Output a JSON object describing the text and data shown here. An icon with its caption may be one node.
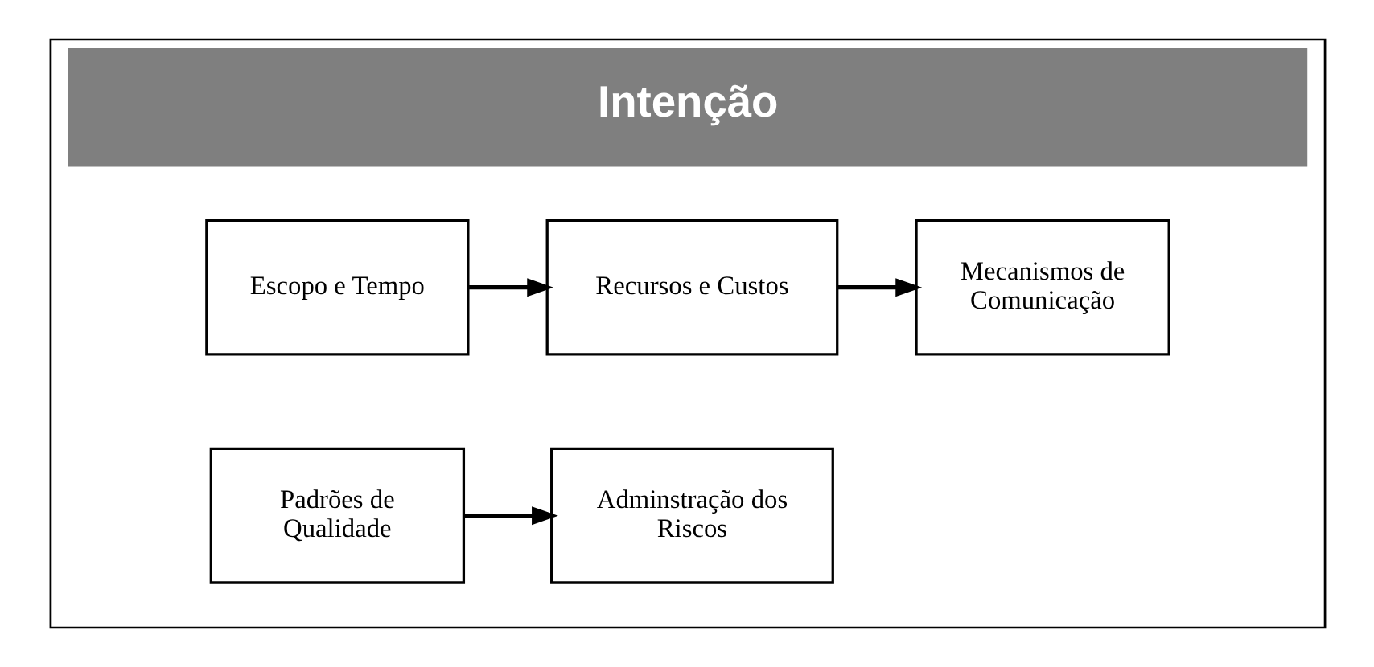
{
  "diagram": {
    "nodes": [
      {
        "text": [
          "Intenção"
        ]
      },
      {
        "text": [
          "Escopo e Tempo"
        ],
        "in": 0
      },
      {
        "text": [
          "Recursos e Custos"
        ],
        "in": 0
      },
      {
        "text": [
          "Mecanismos de Comunicação"
        ],
        "in": 0
      },
      {
        "text": [
          "Padrões de Qualidade"
        ],
        "in": 0
      },
      {
        "text": [
          "Adminstração dos Riscos"
        ],
        "in": 0
      }
    ],
    "edges": [
      {
        "from": 1,
        "to": 2,
        "arrow": "to"
      },
      {
        "from": 2,
        "to": 3,
        "arrow": "to"
      },
      {
        "from": 4,
        "to": 5,
        "arrow": "to"
      }
    ]
  }
}
